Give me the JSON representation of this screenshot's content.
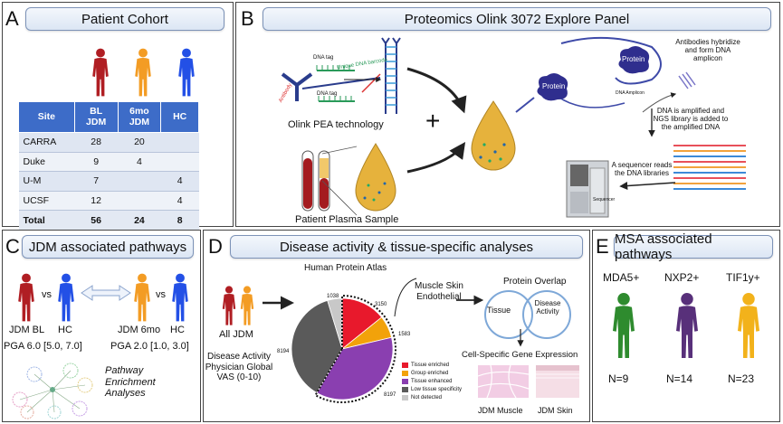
{
  "colors": {
    "jdm_bl": "#b01e23",
    "jdm_6mo": "#f39c24",
    "hc": "#2350e6",
    "header_border": "#7d93b8",
    "table_header": "#3d6cc8",
    "mda5": "#2e8b2e",
    "nxp2": "#58307a",
    "tif1y": "#f2b21b",
    "tissue_enriched": "#e8192c",
    "group_enriched": "#f2a20a",
    "tissue_enhanced": "#8a3fb0",
    "low_tissue_specificity": "#5a5a5a",
    "not_detected": "#c8c8c8"
  },
  "panel_a": {
    "letter": "A",
    "title": "Patient Cohort",
    "table": {
      "headers": [
        "Site",
        "BL JDM",
        "6mo JDM",
        "HC"
      ],
      "rows": [
        [
          "CARRA",
          "28",
          "20",
          ""
        ],
        [
          "Duke",
          "9",
          "4",
          ""
        ],
        [
          "U-M",
          "7",
          "",
          "4"
        ],
        [
          "UCSF",
          "12",
          "",
          "4"
        ],
        [
          "Total",
          "56",
          "24",
          "8"
        ]
      ]
    }
  },
  "panel_b": {
    "letter": "B",
    "title": "Proteomics Olink 3072 Explore Panel",
    "dna_tag_1": "DNA tag",
    "unique_dna_barcode": "Unique DNA barcode",
    "antibody": "Antibody",
    "dna_tag_2": "DNA tag",
    "olink_pea": "Olink PEA technology",
    "plasma_sample": "Patient Plasma Sample",
    "plus": "+",
    "protein_1": "Protein",
    "protein_2": "Protein",
    "dna_amplicon": "DNA Amplicon",
    "antibodies_hybridize": "Antibodies hybridize and form DNA amplicon",
    "dna_amplified": "DNA is amplified and NGS library is added to the amplified DNA",
    "sequencer_reads": "A sequencer reads the DNA libraries",
    "sequencer": "Sequencer"
  },
  "panel_c": {
    "letter": "C",
    "title": "JDM associated pathways",
    "vs_1": "vs",
    "vs_2": "vs",
    "jdm_bl": "JDM BL",
    "hc_1": "HC",
    "jdm_6mo": "JDM 6mo",
    "hc_2": "HC",
    "pga_bl": "PGA 6.0 [5.0, 7.0]",
    "pga_6mo": "PGA 2.0 [1.0, 3.0]",
    "pathway_analyses": "Pathway Enrichment Analyses"
  },
  "panel_d": {
    "letter": "D",
    "title": "Disease activity & tissue-specific analyses",
    "all_jdm": "All JDM",
    "disease_activity": "Disease Activity Physician Global VAS (0-10)",
    "hpa_title": "Human Protein Atlas",
    "muscle_skin": "Muscle Skin Endothelial",
    "protein_overlap": "Protein Overlap",
    "tissue": "Tissue",
    "disease_activity_circle": "Disease Activity",
    "cell_specific": "Cell-Specific Gene Expression",
    "jdm_muscle": "JDM Muscle",
    "jdm_skin": "JDM Skin",
    "pie_labels": {
      "not_detected": "1038",
      "tissue_enriched": "3150",
      "group_enriched": "1583",
      "tissue_enhanced": "8197",
      "low_tissue_specificity": "8194"
    },
    "legend": [
      {
        "label": "Tissue enriched",
        "key": "tissue_enriched"
      },
      {
        "label": "Group enriched",
        "key": "group_enriched"
      },
      {
        "label": "Tissue enhanced",
        "key": "tissue_enhanced"
      },
      {
        "label": "Low tissue specificity",
        "key": "low_tissue_specificity"
      },
      {
        "label": "Not detected",
        "key": "not_detected"
      }
    ]
  },
  "panel_e": {
    "letter": "E",
    "title": "MSA associated pathways",
    "groups": [
      {
        "name": "MDA5+",
        "n": "N=9"
      },
      {
        "name": "NXP2+",
        "n": "N=14"
      },
      {
        "name": "TIF1y+",
        "n": "N=23"
      }
    ]
  }
}
